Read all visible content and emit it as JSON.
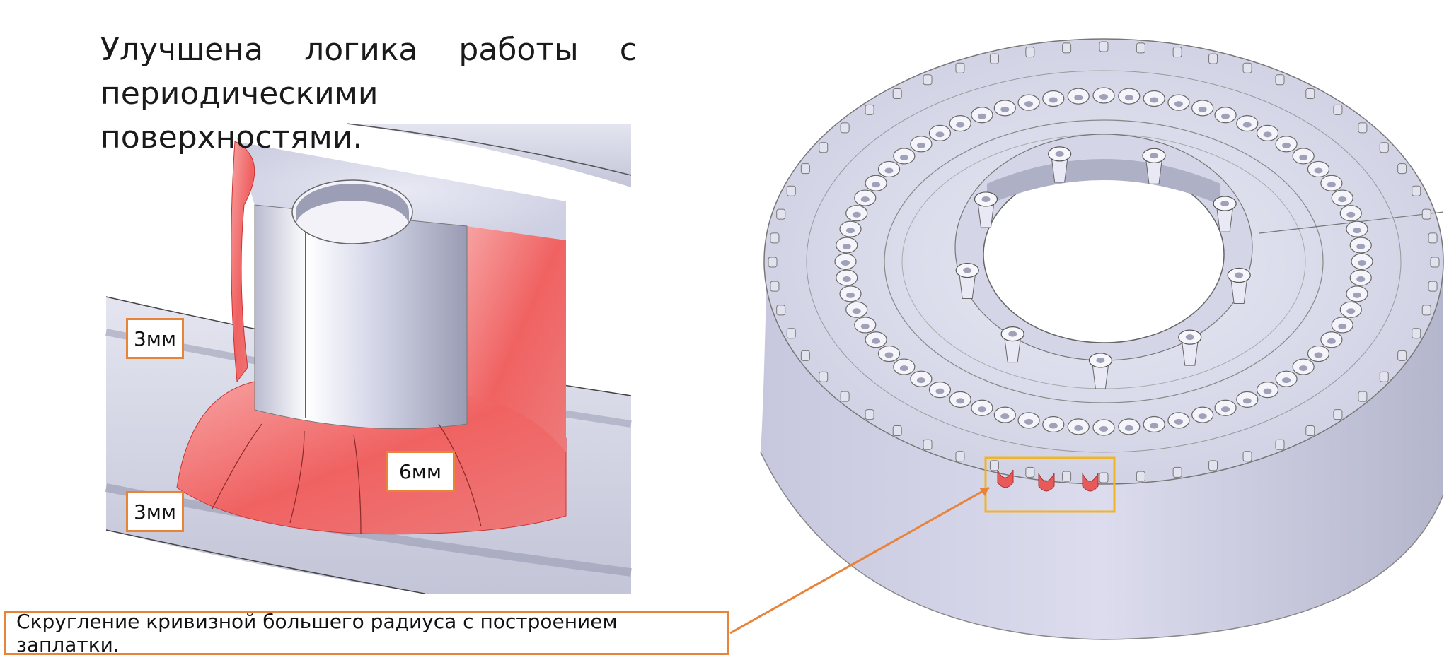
{
  "heading": {
    "words": [
      "Улучшена",
      "логика",
      "работы",
      "с"
    ],
    "line2": "периодическими поверхностями."
  },
  "labels": {
    "dim_top": "3мм",
    "dim_mid": "6мм",
    "dim_bottom": "3мм"
  },
  "caption": "Скругление кривизной большего радиуса с построением заплатки.",
  "colors": {
    "highlight_red": "#f06c6c",
    "callout_orange": "#e8833a",
    "selection_yellow": "#f0b429",
    "metal": "#c9cbe0"
  }
}
